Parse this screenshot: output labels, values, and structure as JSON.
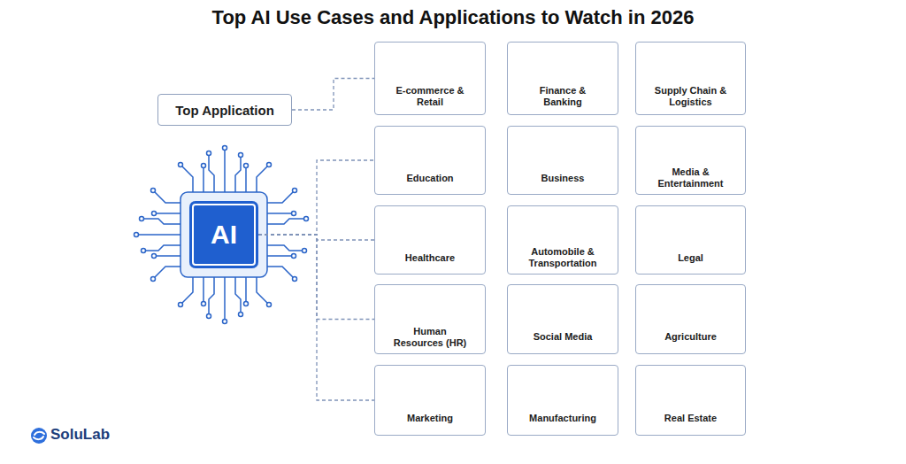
{
  "diagram": {
    "title": "Top AI Use Cases and Applications to Watch in 2026",
    "nodes": [
      {
        "text": [
          "Top Application"
        ]
      },
      {
        "text": [
          "AI"
        ]
      },
      {
        "text": [
          "E-commerce & Retail"
        ]
      },
      {
        "text": [
          "Finance & Banking"
        ]
      },
      {
        "text": [
          "Supply Chain & Logistics"
        ]
      },
      {
        "text": [
          "Education"
        ]
      },
      {
        "text": [
          "Business"
        ]
      },
      {
        "text": [
          "Media & Entertainment"
        ]
      },
      {
        "text": [
          "Healthcare"
        ]
      },
      {
        "text": [
          "Automobile & Transportation"
        ]
      },
      {
        "text": [
          "Legal"
        ]
      },
      {
        "text": [
          "Human Resources (HR)"
        ]
      },
      {
        "text": [
          "Social Media"
        ]
      },
      {
        "text": [
          "Agriculture"
        ]
      },
      {
        "text": [
          "Marketing"
        ]
      },
      {
        "text": [
          "Manufacturing"
        ]
      },
      {
        "text": [
          "Real Estate"
        ]
      }
    ],
    "edges": [
      {
        "from": 0,
        "to": 2,
        "arrow": "none"
      },
      {
        "from": 1,
        "to": 5,
        "arrow": "none"
      },
      {
        "from": 1,
        "to": 8,
        "arrow": "none"
      },
      {
        "from": 1,
        "to": 11,
        "arrow": "none"
      },
      {
        "from": 1,
        "to": 14,
        "arrow": "none"
      }
    ],
    "labels": [
      "SoluLab"
    ]
  }
}
